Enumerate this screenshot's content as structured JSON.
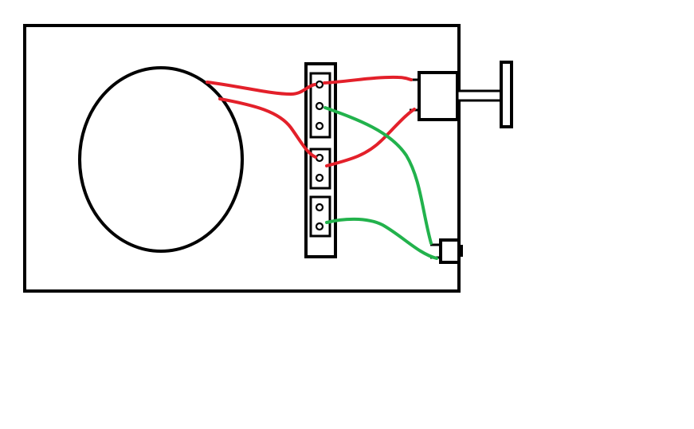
{
  "diagram": {
    "background": "#ffffff",
    "colors": {
      "outline": "#000000",
      "wire_red": "#e3202a",
      "wire_green": "#22b24c",
      "terminal_fill": "#ffffff"
    },
    "components": [
      "enclosure",
      "speaker",
      "terminal-strip",
      "potentiometer",
      "jack"
    ],
    "terminal_blocks": [
      {
        "name": "terminal-block-top",
        "pins": 3
      },
      {
        "name": "terminal-block-middle",
        "pins": 2
      },
      {
        "name": "terminal-block-bottom",
        "pins": 2
      }
    ],
    "wires": [
      {
        "name": "wire-red-speaker-to-terminal-top",
        "color": "red"
      },
      {
        "name": "wire-red-speaker-to-terminal-middle",
        "color": "red"
      },
      {
        "name": "wire-red-terminal-top-to-pot",
        "color": "red"
      },
      {
        "name": "wire-red-terminal-middle-to-pot",
        "color": "red"
      },
      {
        "name": "wire-green-terminal-top-to-jack",
        "color": "green"
      },
      {
        "name": "wire-green-terminal-bottom-to-jack",
        "color": "green"
      }
    ]
  }
}
